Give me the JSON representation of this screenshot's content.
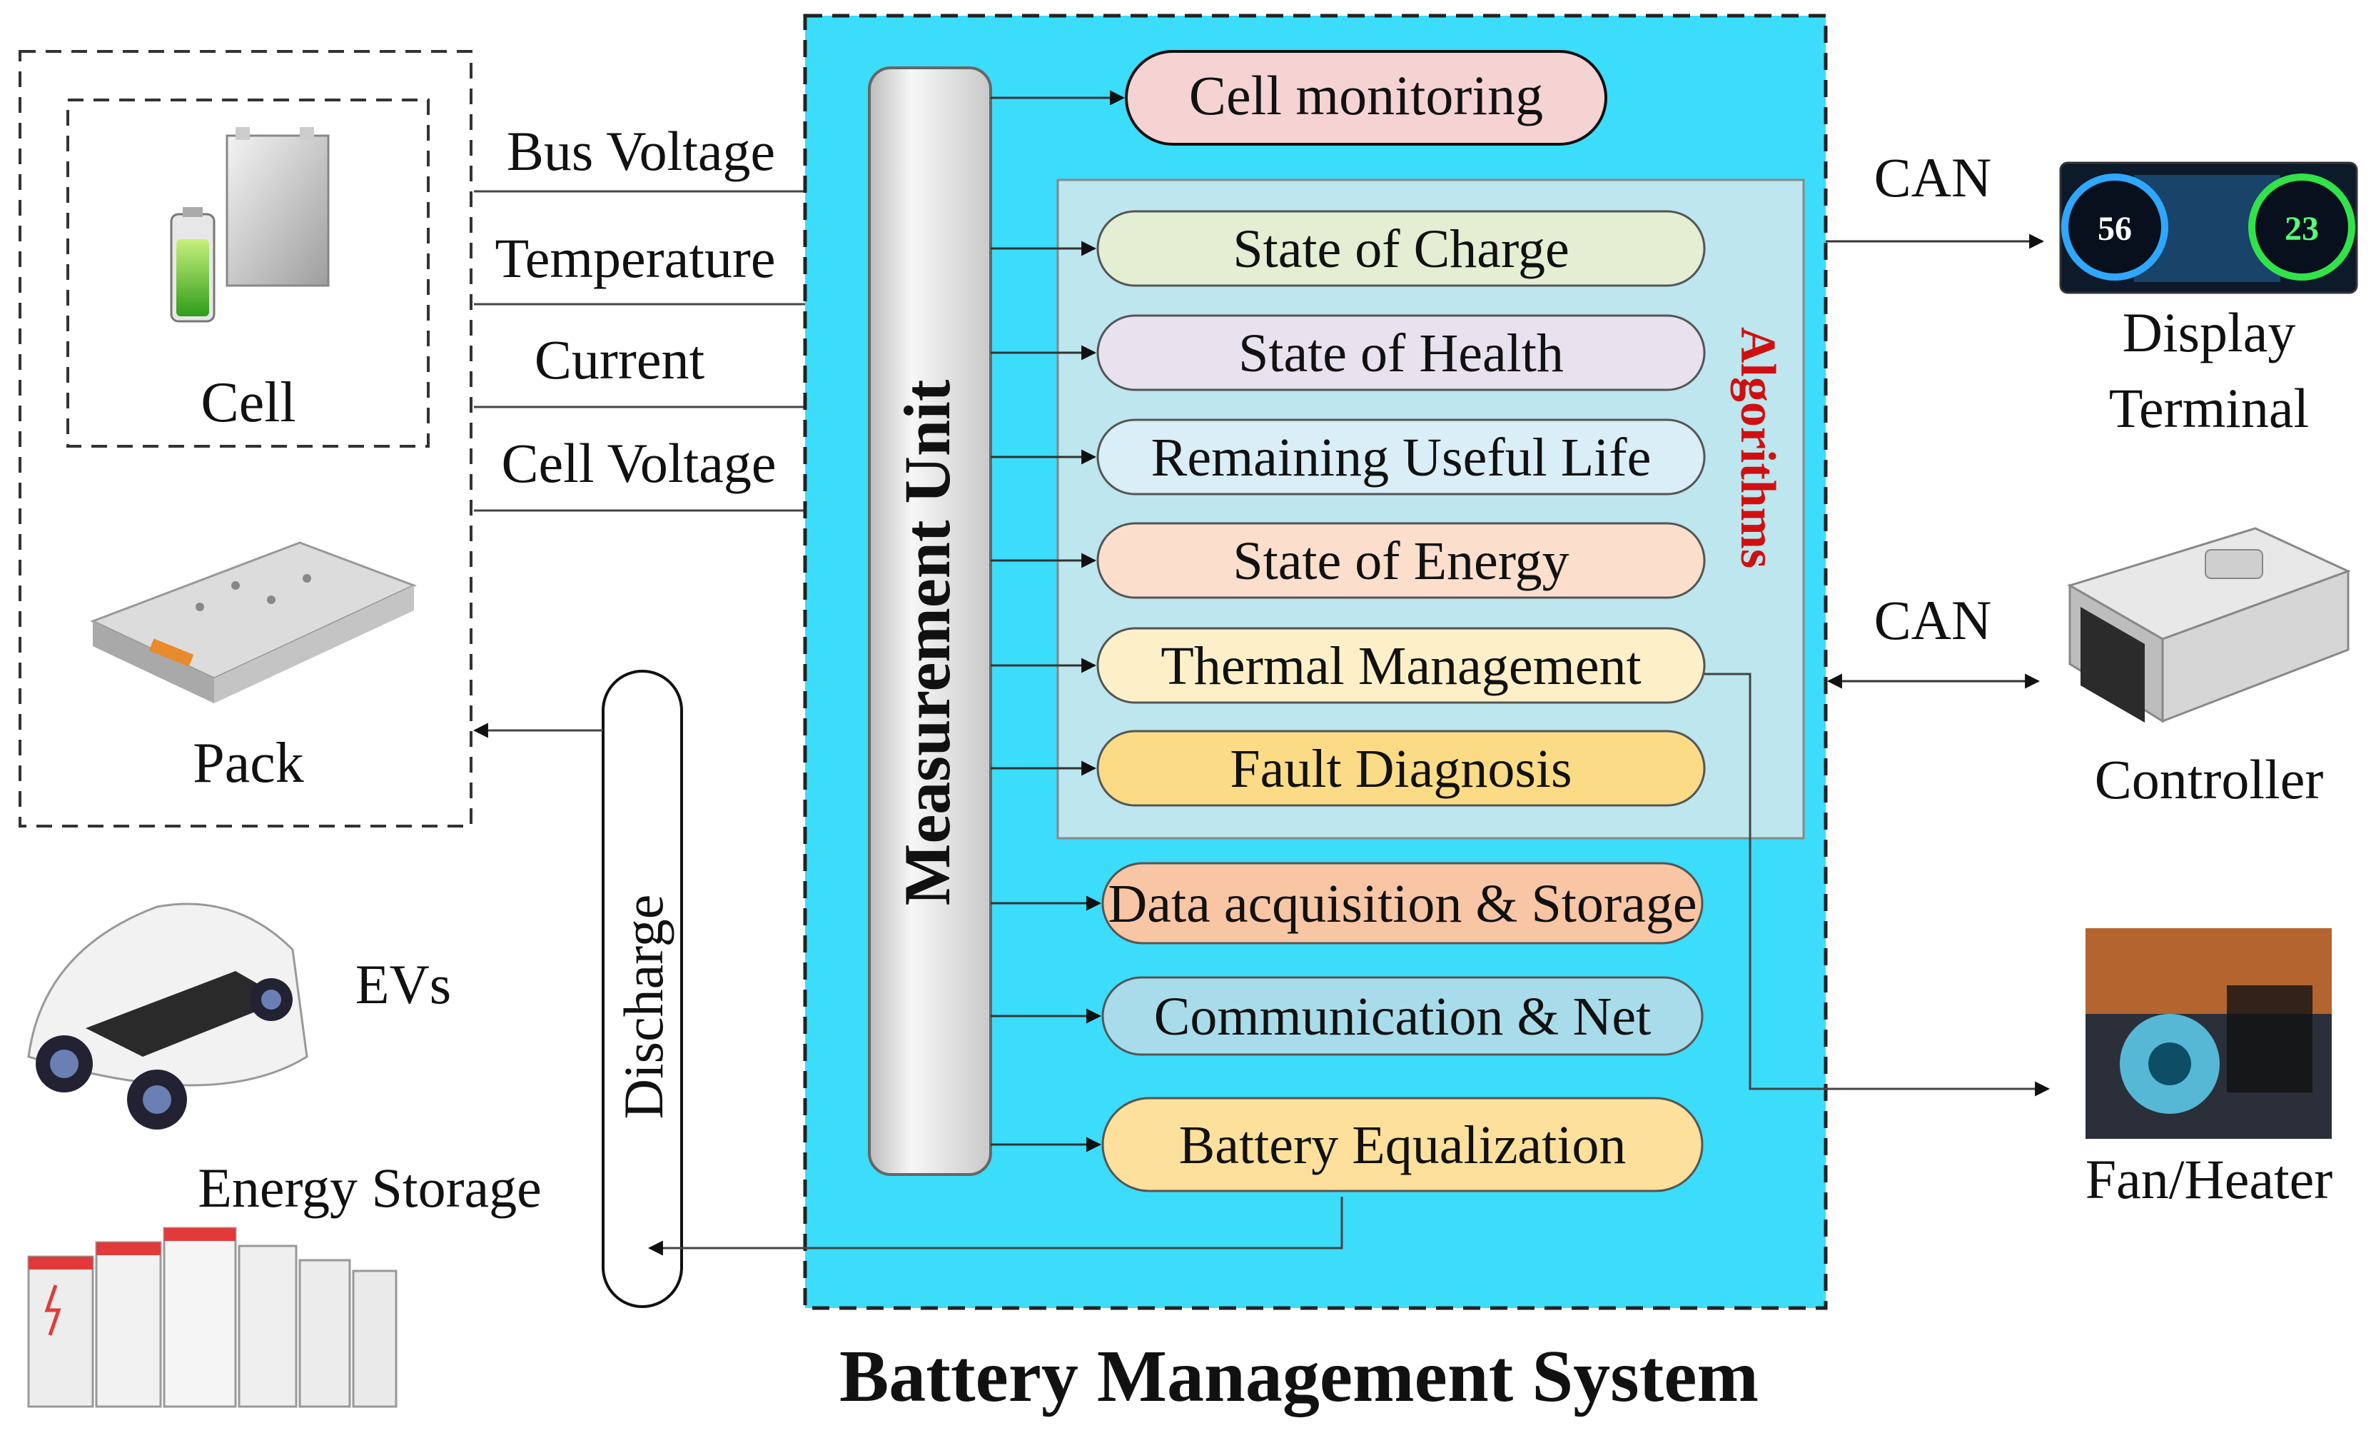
{
  "title": "Battery Management System",
  "sources": {
    "cell_label": "Cell",
    "pack_label": "Pack",
    "evs_label": "EVs",
    "energy_storage_label": "Energy Storage"
  },
  "signals": [
    "Bus Voltage",
    "Temperature",
    "Current",
    "Cell Voltage"
  ],
  "discharge_label": "Discharge",
  "bms": {
    "measurement_unit": "Measurement Unit",
    "algorithms_label": "Algorithms",
    "top_module": "Cell monitoring",
    "algorithms": [
      {
        "label": "State of Charge",
        "color": "#e3eed3"
      },
      {
        "label": "State of Health",
        "color": "#e7e2ee"
      },
      {
        "label": "Remaining Useful Life",
        "color": "#d9eef6"
      },
      {
        "label": "State of Energy",
        "color": "#fbdfcc"
      },
      {
        "label": "Thermal Management",
        "color": "#fdf0c8"
      },
      {
        "label": "Fault Diagnosis",
        "color": "#fcdb86"
      }
    ],
    "bottom_modules": [
      {
        "label": "Data acquisition & Storage",
        "color": "#f8c6a4"
      },
      {
        "label": "Communication & Net",
        "color": "#a9dcea"
      },
      {
        "label": "Battery Equalization",
        "color": "#fde09b"
      }
    ],
    "cell_monitoring_color": "#f6d3d3"
  },
  "outputs": {
    "can_top": "CAN",
    "can_mid": "CAN",
    "display_label_1": "Display",
    "display_label_2": "Terminal",
    "display_left_value": "56",
    "display_right_value": "23",
    "controller_label": "Controller",
    "fan_label": "Fan/Heater"
  },
  "colors": {
    "bms_background": "#3bddfa",
    "algorithms_panel": "#bde6ee",
    "algorithms_text": "#d01010"
  }
}
